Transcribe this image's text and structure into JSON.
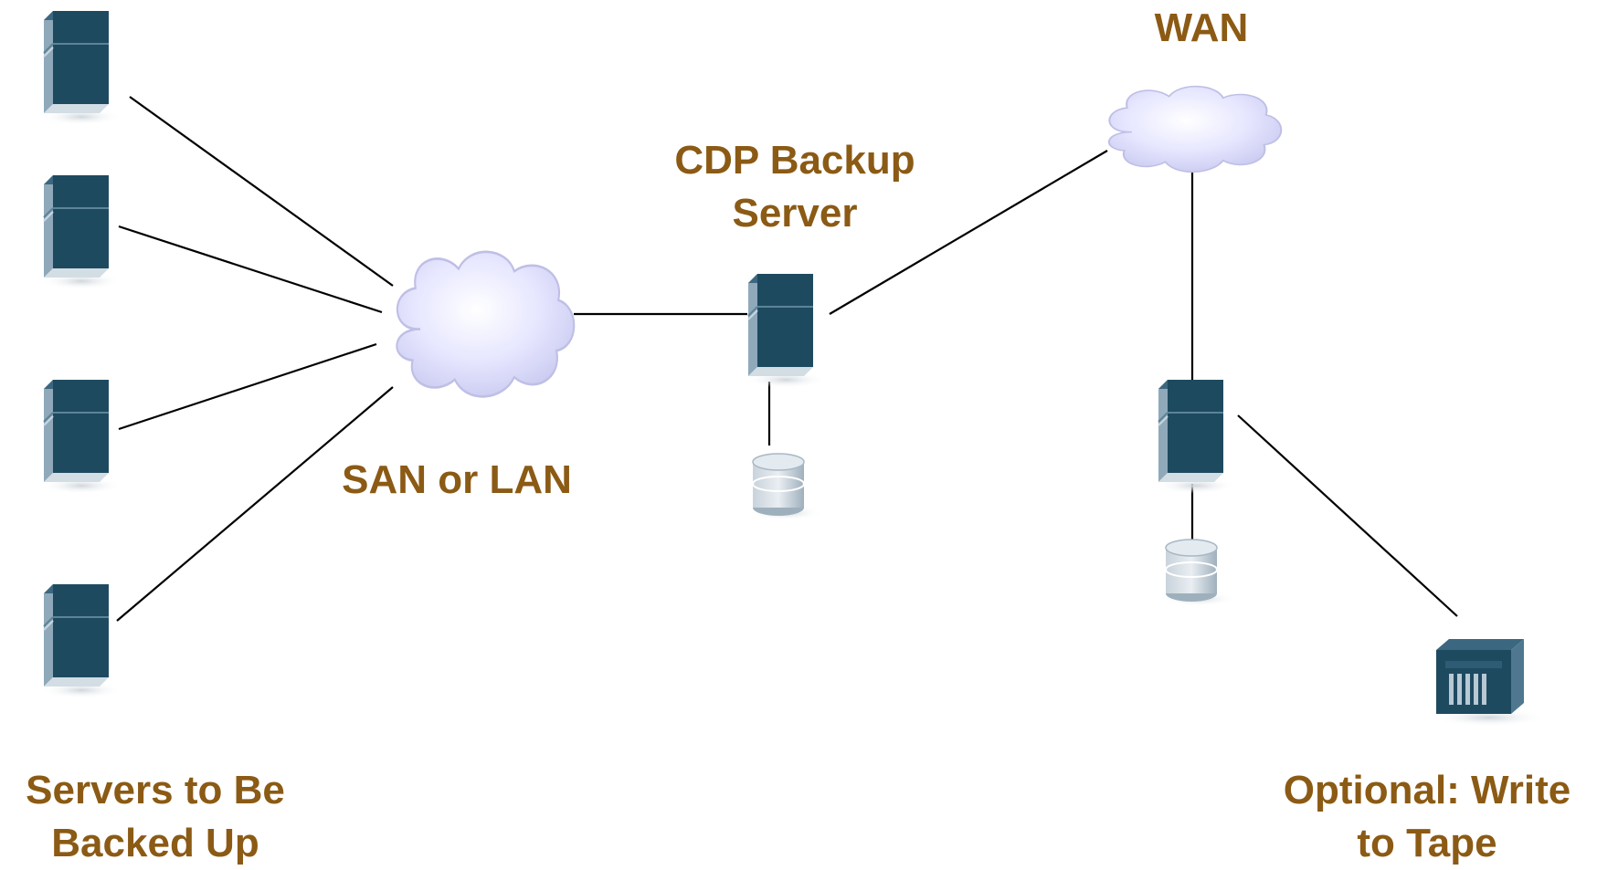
{
  "colors": {
    "label": "#8B5A14",
    "line": "#000000",
    "server_front": "#1E4A60",
    "server_side": "#8FA9BA",
    "cloud": "#E2E2FF",
    "disk": "#B8C4CE"
  },
  "labels": {
    "wan": "WAN",
    "cdp_line1": "CDP Backup",
    "cdp_line2": "Server",
    "san_lan": "SAN or LAN",
    "servers_line1": "Servers to Be",
    "servers_line2": "Backed Up",
    "tape_line1": "Optional: Write",
    "tape_line2": "to Tape"
  },
  "icons": {
    "server": "server-tower-icon",
    "cloud": "network-cloud-icon",
    "disk": "disk-storage-icon",
    "tape": "tape-library-icon"
  }
}
